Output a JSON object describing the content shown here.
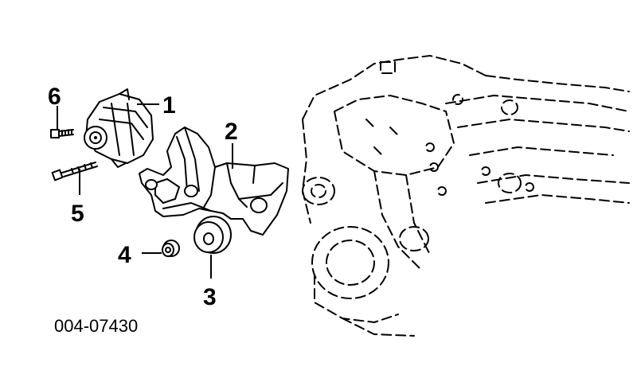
{
  "figure_id": "004-07430",
  "callouts": [
    {
      "id": "1",
      "label": "1"
    },
    {
      "id": "2",
      "label": "2"
    },
    {
      "id": "3",
      "label": "3"
    },
    {
      "id": "4",
      "label": "4"
    },
    {
      "id": "5",
      "label": "5"
    },
    {
      "id": "6",
      "label": "6"
    }
  ]
}
